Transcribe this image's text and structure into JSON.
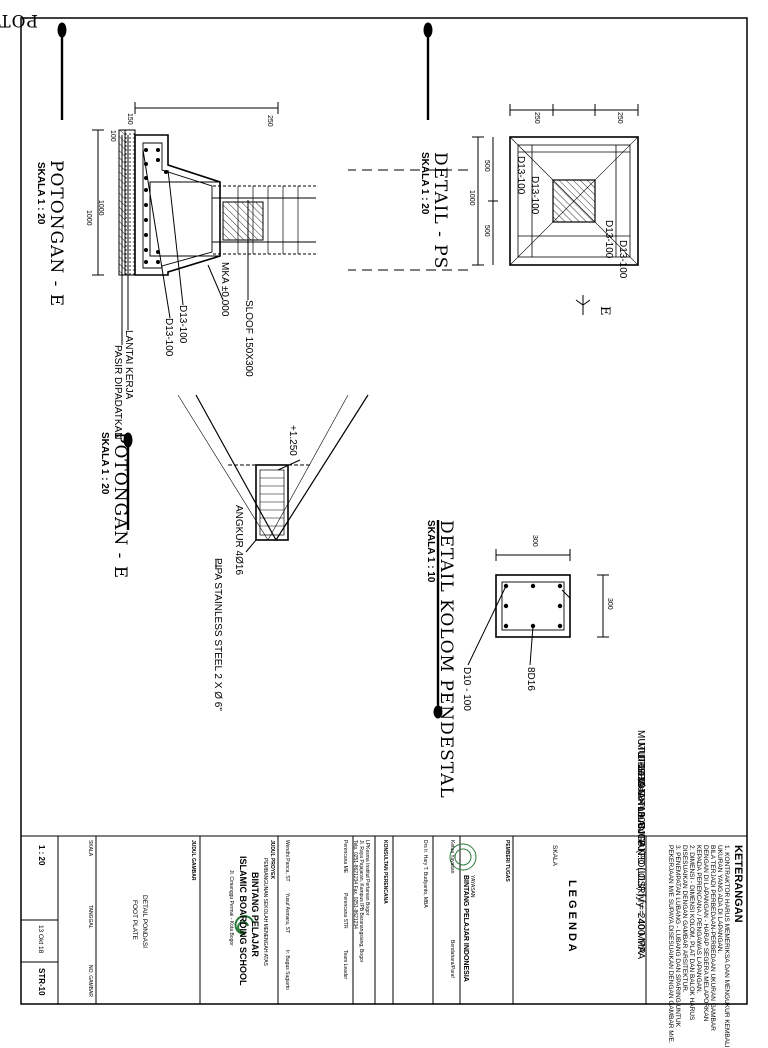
{
  "views": {
    "potongan_top": {
      "title": "POTONGAN - E",
      "scale": "SKALA 1 : 20"
    },
    "detail_ps": {
      "title": "DETAIL - PS",
      "scale": "SKALA 1 : 20"
    },
    "potongan_bottom": {
      "title": "POTONGAN - E",
      "scale": "SKALA 1 : 20"
    },
    "detail_kolom": {
      "title": "DETAIL KOLOM PENDESTAL",
      "scale": "SKALA 1 : 10"
    }
  },
  "labels": {
    "dim_1000_a": "1000",
    "dim_250_a": "250",
    "dim_150": "150",
    "dim_100": "100",
    "dim_1000_v": "1000",
    "mka": "MKA ±0.000",
    "sloof": "SLOOF 150X300",
    "d13_a": "D13-100",
    "d13_b": "D13-100",
    "lantai_kerja": "LANTAI KERJA",
    "pasir": "PASIR DIPADATKAN",
    "dim_1000_b": "1000",
    "dim_500_a": "500",
    "dim_500_b": "500",
    "dim_250_v1": "250",
    "dim_250_v2": "250",
    "d13_c": "D13-100",
    "d13_d": "D13-100",
    "d13_e": "D13-100",
    "d13_f": "D13-100",
    "section_mark": "E",
    "elev": "+1.250",
    "angkur": "ANGKUR 4Ø16",
    "pipa": "PIPA STAINLESS STEEL 2 X Ø 6\"",
    "dim_300_a": "300",
    "dim_300_b": "300",
    "d16": "8D16",
    "d10": "D10 - 100"
  },
  "materials": {
    "mutu_beton": "MUTU BETON    K- 300",
    "mutu_baja": "MUTU BAJA TULANGAN:",
    "u24": "U-24 Ø< 8 mm BJTP (POLOS) fy = 240 MPA",
    "u39": "U-39 D> 10 mm BJTD (ULIR) fy = 400 MPA"
  },
  "keterangan": {
    "title": "KETERANGAN",
    "items": [
      "1.  KONTRAKTOR HARUS MEMERIKSA DAN MENGUKUR KEMBALI",
      "     UKURAN YANG ADA DI LAPANGAN.",
      "     BILA TERJADI PERBEDAAN-PERBEDAAN UKURAN GAMBAR",
      "     DENGAN DI LAPANGAN - HARAP SEGERA MELAPORKAN",
      "     KEPADA PERENCANA / PENGAWAS LAPANGAN.",
      "2.  DIMENSI - DIMENSI KOLOM, PLAT DAN BALOK HARUS",
      "     DISESUAIKAN DENGAN GAMBAR ARSITEKTUR.",
      "3.  PENEMPATAN LUBANG - LUBANG DAN SPARING UNTUK",
      "     PEKERJAAN M/E SUPAYA DISESUAIKAN DENGAN GAMBAR M/E."
    ]
  },
  "legenda": {
    "title": "L E G E N D A",
    "skala": "SKALA"
  },
  "titleblock": {
    "pemberi_tugas": "PEMBERI TUGAS",
    "yayasan_small": "YAYASAN",
    "yayasan_name": "BINTANG PELAJAR INDONESIA",
    "ketua_label": "Ketua Yayasan",
    "bendahara_label": "Bendahara/Paraf",
    "ketua_name": "Drs Ir. Hary T. Budiyanto, MBA",
    "konsultan": "KONSULTAN PERENCANA",
    "konsultan_lines": [
      "LPKesma Institut Pertanian Bogor",
      "Jl. Raya Pajajaran, Kampus IPB Baranangsiang, Bogor",
      "Telp. 0251-8621234  Fax. 0251-8621234"
    ],
    "perencana1_label": "Perencana ME",
    "perencana2_label": "Perencana STR",
    "team_label": "Team Leader",
    "name1": "Wendhi Panca, ST",
    "name2": "Yusuf Asmara, ST",
    "name3": "Ir. Bagus Sugiarto",
    "judul_proyek": "JUDUL PROYEK",
    "proyek_small": "PEMBANGUNAN SEKOLAH MENENGAH ATAS",
    "proyek_name1": "BINTANG PELAJAR",
    "proyek_name2": "ISLAMIC BOARDING SCHOOL",
    "proyek_addr": "Jl. Cimanggu Permai - Kota Bogor",
    "judul_gambar": "JUDUL GAMBAR",
    "gambar1": "DETAIL PONDASI",
    "gambar2": "FOOT PLATE",
    "skala_label": "SKALA",
    "skala_val": "1 : 20",
    "tanggal_label": "TANGGAL",
    "tanggal_val": "13 Okt 18",
    "no_label": "NO. GAMBAR",
    "no_val": "STR-10"
  }
}
